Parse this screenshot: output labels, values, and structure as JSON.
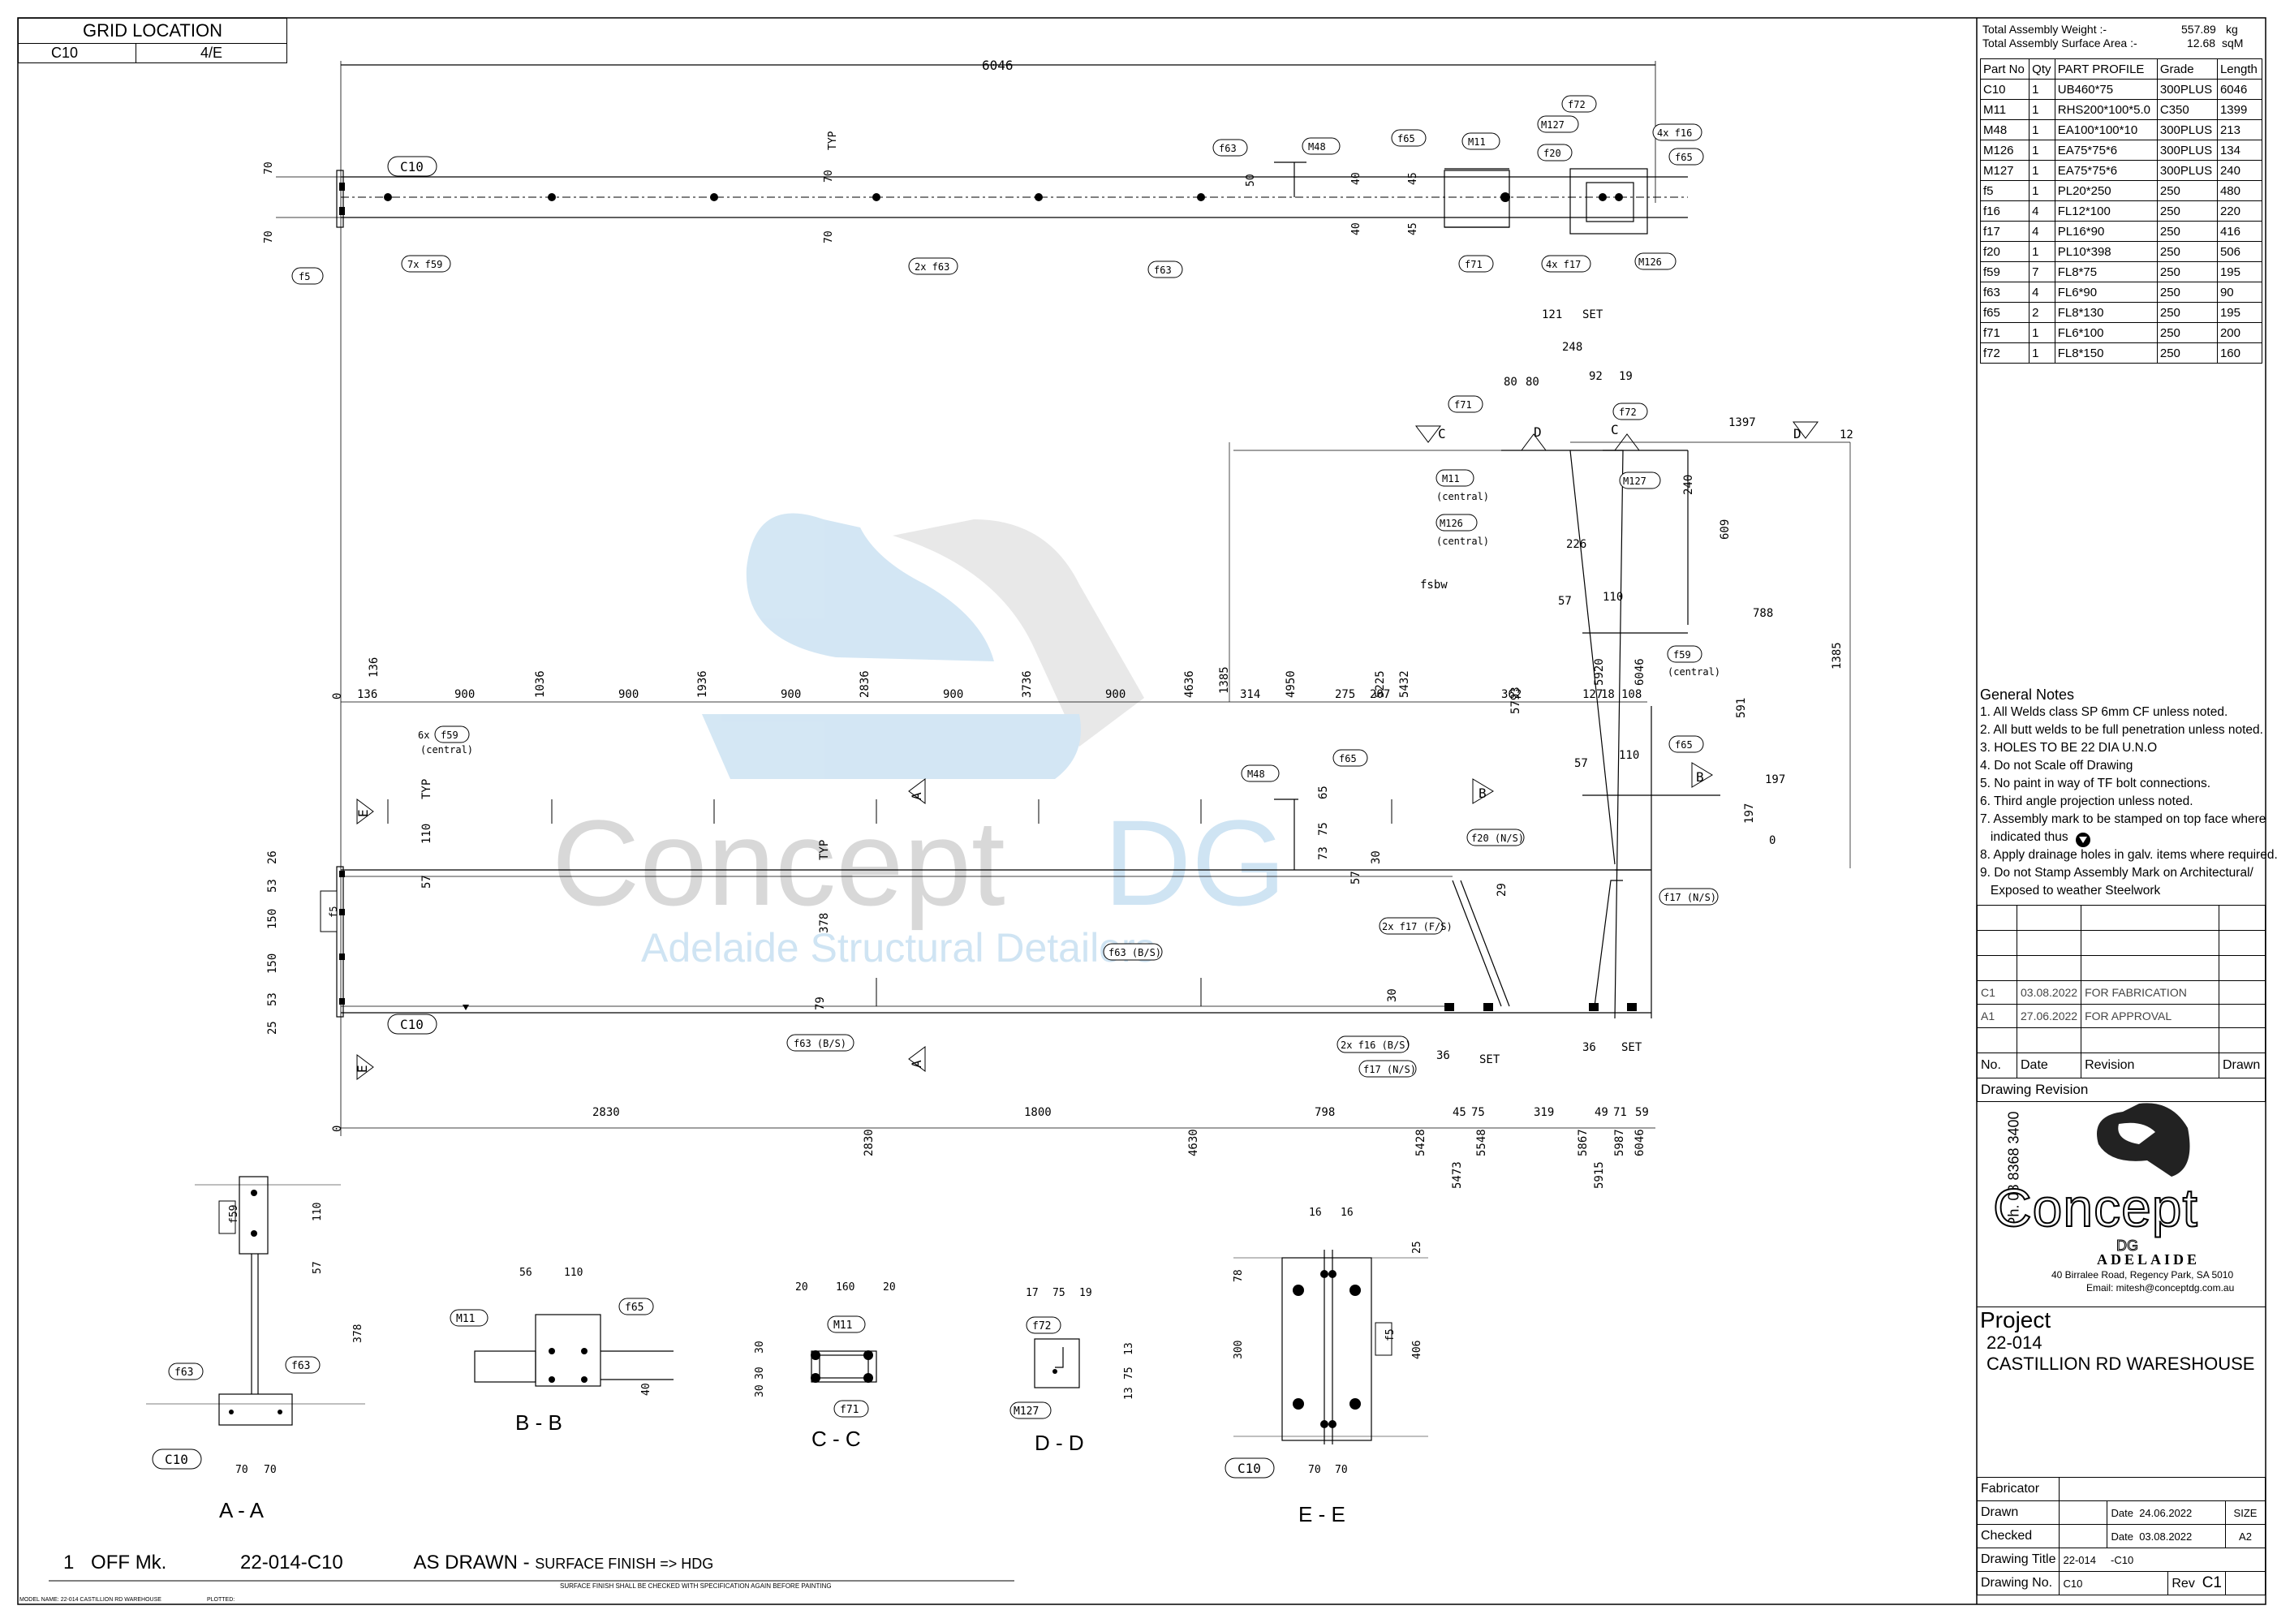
{
  "grid_location": {
    "title": "GRID LOCATION",
    "col1": "C10",
    "col2": "4/E"
  },
  "totals": {
    "weight_label": "Total Assembly Weight :-",
    "weight_value": "557.89",
    "weight_unit": "kg",
    "area_label": "Total Assembly Surface Area :-",
    "area_value": "12.68",
    "area_unit": "sqM"
  },
  "parts_table": {
    "headers": [
      "Part No",
      "Qty",
      "PART PROFILE",
      "Grade",
      "Length"
    ],
    "rows": [
      [
        "C10",
        "1",
        "UB460*75",
        "300PLUS",
        "6046"
      ],
      [
        "M11",
        "1",
        "RHS200*100*5.0",
        "C350",
        "1399"
      ],
      [
        "M48",
        "1",
        "EA100*100*10",
        "300PLUS",
        "213"
      ],
      [
        "M126",
        "1",
        "EA75*75*6",
        "300PLUS",
        "134"
      ],
      [
        "M127",
        "1",
        "EA75*75*6",
        "300PLUS",
        "240"
      ],
      [
        "f5",
        "1",
        "PL20*250",
        "250",
        "480"
      ],
      [
        "f16",
        "4",
        "FL12*100",
        "250",
        "220"
      ],
      [
        "f17",
        "4",
        "PL16*90",
        "250",
        "416"
      ],
      [
        "f20",
        "1",
        "PL10*398",
        "250",
        "506"
      ],
      [
        "f59",
        "7",
        "FL8*75",
        "250",
        "195"
      ],
      [
        "f63",
        "4",
        "FL6*90",
        "250",
        "90"
      ],
      [
        "f65",
        "2",
        "FL8*130",
        "250",
        "195"
      ],
      [
        "f71",
        "1",
        "FL6*100",
        "250",
        "200"
      ],
      [
        "f72",
        "1",
        "FL8*150",
        "250",
        "160"
      ]
    ]
  },
  "general_notes": {
    "title": "General Notes",
    "items": [
      "1. All Welds class SP 6mm CF unless noted.",
      "2. All butt welds to be full penetration unless noted.",
      "3. HOLES TO BE 22 DIA U.N.O",
      "4. Do not Scale off Drawing",
      "5. No paint in way of TF bolt connections.",
      "6. Third angle projection unless noted.",
      "7. Assembly mark to be stamped on top face where",
      "   indicated thus",
      "8. Apply drainage holes in galv. items where required.",
      "9. Do not Stamp Assembly Mark on Architectural/",
      "   Exposed to weather Steelwork"
    ]
  },
  "revisions": {
    "rows": [
      {
        "no": "C1",
        "date": "03.08.2022",
        "desc": "FOR FABRICATION"
      },
      {
        "no": "A1",
        "date": "27.06.2022",
        "desc": "FOR APPROVAL"
      }
    ],
    "headers": [
      "No.",
      "Date",
      "Revision",
      "Drawn"
    ],
    "caption": "Drawing Revision"
  },
  "company": {
    "phone": "Ph. 08 8368 3400",
    "name": "Concept",
    "sub": "DG",
    "city": "ADELAIDE",
    "address": "40 Birralee Road, Regency Park, SA 5010",
    "email": "Email: mitesh@conceptdg.com.au"
  },
  "watermark": {
    "name": "Concept",
    "accent": "DG",
    "tagline": "Adelaide Structural Detailers"
  },
  "project": {
    "label": "Project",
    "number": "22-014",
    "name": "CASTILLION RD WARESHOUSE"
  },
  "title_block": {
    "fabricator_label": "Fabricator",
    "drawn_label": "Drawn",
    "drawn_date_label": "Date",
    "drawn_date": "24.06.2022",
    "size_label": "SIZE",
    "checked_label": "Checked",
    "checked_date_label": "Date",
    "checked_date": "03.08.2022",
    "size_value": "A2",
    "title_label": "Drawing Title",
    "title_a": "22-014",
    "title_b": "-C10",
    "number_label": "Drawing No.",
    "number_value": "C10",
    "rev_label": "Rev",
    "rev_value": "C1"
  },
  "bottom": {
    "qty": "1",
    "off_label": "OFF Mk.",
    "mark": "22-014-C10",
    "as_drawn": "AS DRAWN -",
    "finish": "SURFACE FINISH => HDG",
    "finish_note": "SURFACE FINISH SHALL BE CHECKED WITH SPECIFICATION AGAIN BEFORE PAINTING",
    "model_name": "MODEL NAME: 22-014 CASTILLION RD WAREHOUSE",
    "plotted": "PLOTTED:"
  },
  "sections": {
    "aa": "A - A",
    "bb": "B - B",
    "cc": "C - C",
    "dd": "D - D",
    "ee": "E - E"
  },
  "top_view": {
    "overall": "6046",
    "main_tag": "C10",
    "tags": [
      "f5",
      "7x f59",
      "2x f63",
      "f63",
      "f63",
      "M48",
      "f65",
      "M11",
      "f72",
      "M127",
      "f20",
      "4x f16",
      "f65",
      "f71",
      "4x f17",
      "M126"
    ],
    "dims": [
      "70",
      "70",
      "TYP",
      "70",
      "70",
      "50",
      "40",
      "40",
      "45",
      "45"
    ]
  },
  "elevation": {
    "ordinates": [
      "136",
      "1036",
      "1936",
      "2836",
      "3736",
      "4636",
      "4950",
      "5225",
      "5432",
      "5793",
      "5920",
      "6046"
    ],
    "segments": [
      "136",
      "900",
      "900",
      "900",
      "900",
      "900",
      "314",
      "275",
      "207",
      "362",
      "127",
      "18",
      "108"
    ],
    "bottom_ord": [
      "2830",
      "4630",
      "5428",
      "5473",
      "5548",
      "5867",
      "5915",
      "5987",
      "6046"
    ],
    "bottom_seg": [
      "2830",
      "1800",
      "798",
      "45",
      "75",
      "319",
      "49",
      "71",
      "59"
    ],
    "left_dims": [
      "26",
      "53",
      "150",
      "150",
      "53",
      "25",
      "0"
    ],
    "tags": [
      "6x f59",
      "f5",
      "C10",
      "M48",
      "f65",
      "f20 (N/S)",
      "2x f17 (F/S)",
      "f63 (B/S)",
      "f63 (B/S)",
      "2x f16 (B/S)",
      "f17 (N/S)",
      "f17 (N/S)",
      "f59",
      "f65",
      "M11",
      "M126",
      "f71",
      "f72",
      "M127"
    ],
    "notes": [
      "(central)",
      "(central)",
      "(central)",
      "(central)",
      "fsbw",
      "TYP",
      "TYP",
      "SET",
      "SET",
      "SET"
    ],
    "misc_dims": [
      "1385",
      "1385",
      "1397",
      "12",
      "240",
      "609",
      "226",
      "110",
      "788",
      "591",
      "110",
      "197",
      "197",
      "0",
      "57",
      "57",
      "121",
      "248",
      "80",
      "80",
      "92",
      "19",
      "378",
      "110",
      "57",
      "30",
      "65",
      "75",
      "73",
      "29",
      "79",
      "30",
      "36",
      "36",
      "57"
    ]
  },
  "section_dims": {
    "aa": [
      "110",
      "57",
      "378",
      "70",
      "70",
      "f59",
      "f63",
      "f63",
      "C10"
    ],
    "bb": [
      "56",
      "110",
      "M11",
      "f65",
      "40"
    ],
    "cc": [
      "20",
      "160",
      "20",
      "30",
      "30",
      "30",
      "M11",
      "f71"
    ],
    "dd": [
      "17",
      "75",
      "19",
      "f72",
      "M127",
      "13",
      "75",
      "13"
    ],
    "ee": [
      "16",
      "16",
      "78",
      "300",
      "25",
      "406",
      "70",
      "70",
      "f5",
      "C10"
    ]
  }
}
